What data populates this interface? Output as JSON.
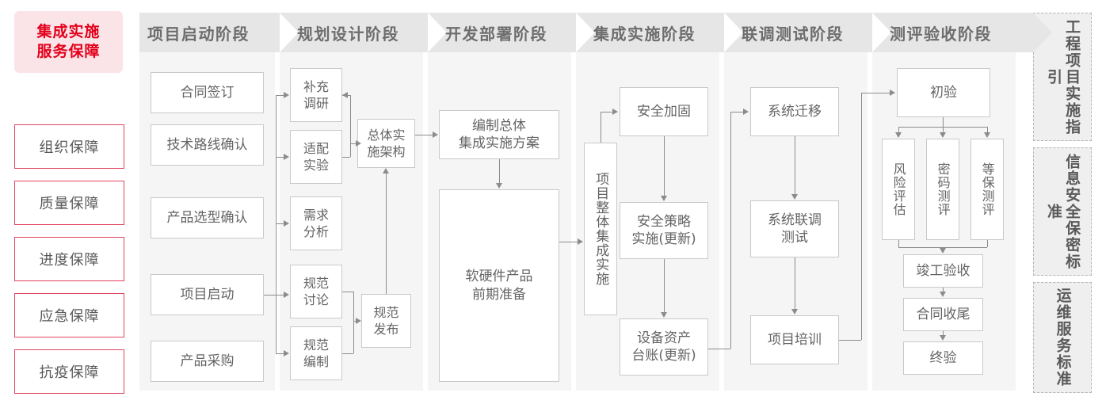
{
  "sidebar": {
    "hero": "集成实施\n服务保障",
    "hero_line1": "集成实施",
    "hero_line2": "服务保障",
    "items": [
      {
        "label": "组织保障"
      },
      {
        "label": "质量保障"
      },
      {
        "label": "进度保障"
      },
      {
        "label": "应急保障"
      },
      {
        "label": "抗疫保障"
      }
    ]
  },
  "phases": [
    {
      "title": "项目启动阶段"
    },
    {
      "title": "规划设计阶段"
    },
    {
      "title": "开发部署阶段"
    },
    {
      "title": "集成实施阶段"
    },
    {
      "title": "联调测试阶段"
    },
    {
      "title": "测评验收阶段"
    }
  ],
  "nodes": {
    "p1": [
      {
        "label": "合同签订"
      },
      {
        "label": "技术路线确认"
      },
      {
        "label": "产品选型确认"
      },
      {
        "label": "项目启动"
      },
      {
        "label": "产品采购"
      }
    ],
    "p2": [
      {
        "label": "补充\n调研"
      },
      {
        "label": "适配\n实验"
      },
      {
        "label": "需求\n分析"
      },
      {
        "label": "规范\n讨论"
      },
      {
        "label": "规范\n编制"
      },
      {
        "label": "总体实\n施架构"
      },
      {
        "label": "规范\n发布"
      }
    ],
    "p3": [
      {
        "label": "编制总体\n集成实施方案"
      },
      {
        "label": "软硬件产品\n前期准备"
      }
    ],
    "p4": [
      {
        "label": "项目整体集成实施"
      },
      {
        "label": "安全加固"
      },
      {
        "label": "安全策略\n实施(更新)"
      },
      {
        "label": "设备资产\n台账(更新)"
      }
    ],
    "p5": [
      {
        "label": "系统迁移"
      },
      {
        "label": "系统联调\n测试"
      },
      {
        "label": "项目培训"
      }
    ],
    "p6": [
      {
        "label": "初验"
      },
      {
        "label": "风险评估"
      },
      {
        "label": "密码测评"
      },
      {
        "label": "等保测评"
      },
      {
        "label": "竣工验收"
      },
      {
        "label": "合同收尾"
      },
      {
        "label": "终验"
      }
    ]
  },
  "standards": [
    {
      "label": "工程项目实施指引"
    },
    {
      "label": "信息安全保密标准"
    },
    {
      "label": "运维服务标准"
    }
  ],
  "colors": {
    "accent_red": "#e3001b",
    "accent_red_border": "#e0445e",
    "hero_bg": "#fbe4e8",
    "column_bg": "#f5f5f5",
    "chevron_bg": "#e6e6e6",
    "box_border": "#c9c9c9",
    "text_gray": "#646464",
    "connector": "#8c8c8c",
    "standards_bg": "#efefef"
  }
}
